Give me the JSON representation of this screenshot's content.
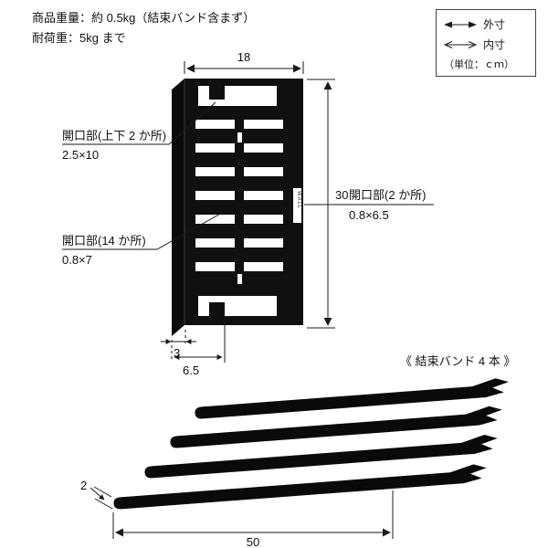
{
  "colors": {
    "ink": "#1a1a1a",
    "panel_black": "#101010",
    "background": "#ffffff"
  },
  "header": {
    "weight_line": "商品重量：約 0.5kg（結束バンド含まず）",
    "load_line": "耐荷重：5kg まで"
  },
  "legend": {
    "outer_label": "外寸",
    "inner_label": "内寸",
    "unit_label": "（単位：ｃｍ）"
  },
  "panel": {
    "wall_text": "WALL",
    "dim_width": "18",
    "dim_height": "30",
    "dim_flange": "3",
    "dim_bottom": "6.5",
    "label_top": {
      "line1": "開口部(上下 2 か所)",
      "line2": "2.5×10"
    },
    "label_mid": {
      "line1": "開口部(14 か所)",
      "line2": "0.8×7"
    },
    "label_side": {
      "line1": "開口部(2 か所)",
      "line2": "0.8×6.5"
    }
  },
  "straps": {
    "title": "《 結束バンド 4 本 》",
    "count": 4,
    "dim_width": "2",
    "dim_length": "50"
  }
}
